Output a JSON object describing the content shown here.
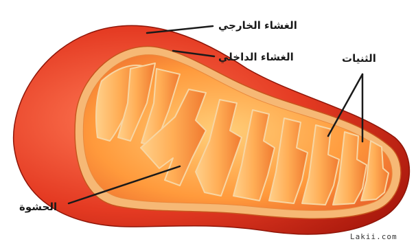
{
  "labels": {
    "outer_membrane": "الغشاء الخارجي",
    "inner_membrane": "الغشاء الداخلي",
    "cristae": "الثنيات",
    "matrix": "الحشوة"
  },
  "watermark": "Lakii.com",
  "colors": {
    "outer": "#e43a22",
    "outer_dark": "#b8200f",
    "inner_edge": "#f4c58a",
    "matrix": "#ff9a3c",
    "cristae_fill": "#ffb65c",
    "cristae_edge": "#f7d6a4"
  }
}
